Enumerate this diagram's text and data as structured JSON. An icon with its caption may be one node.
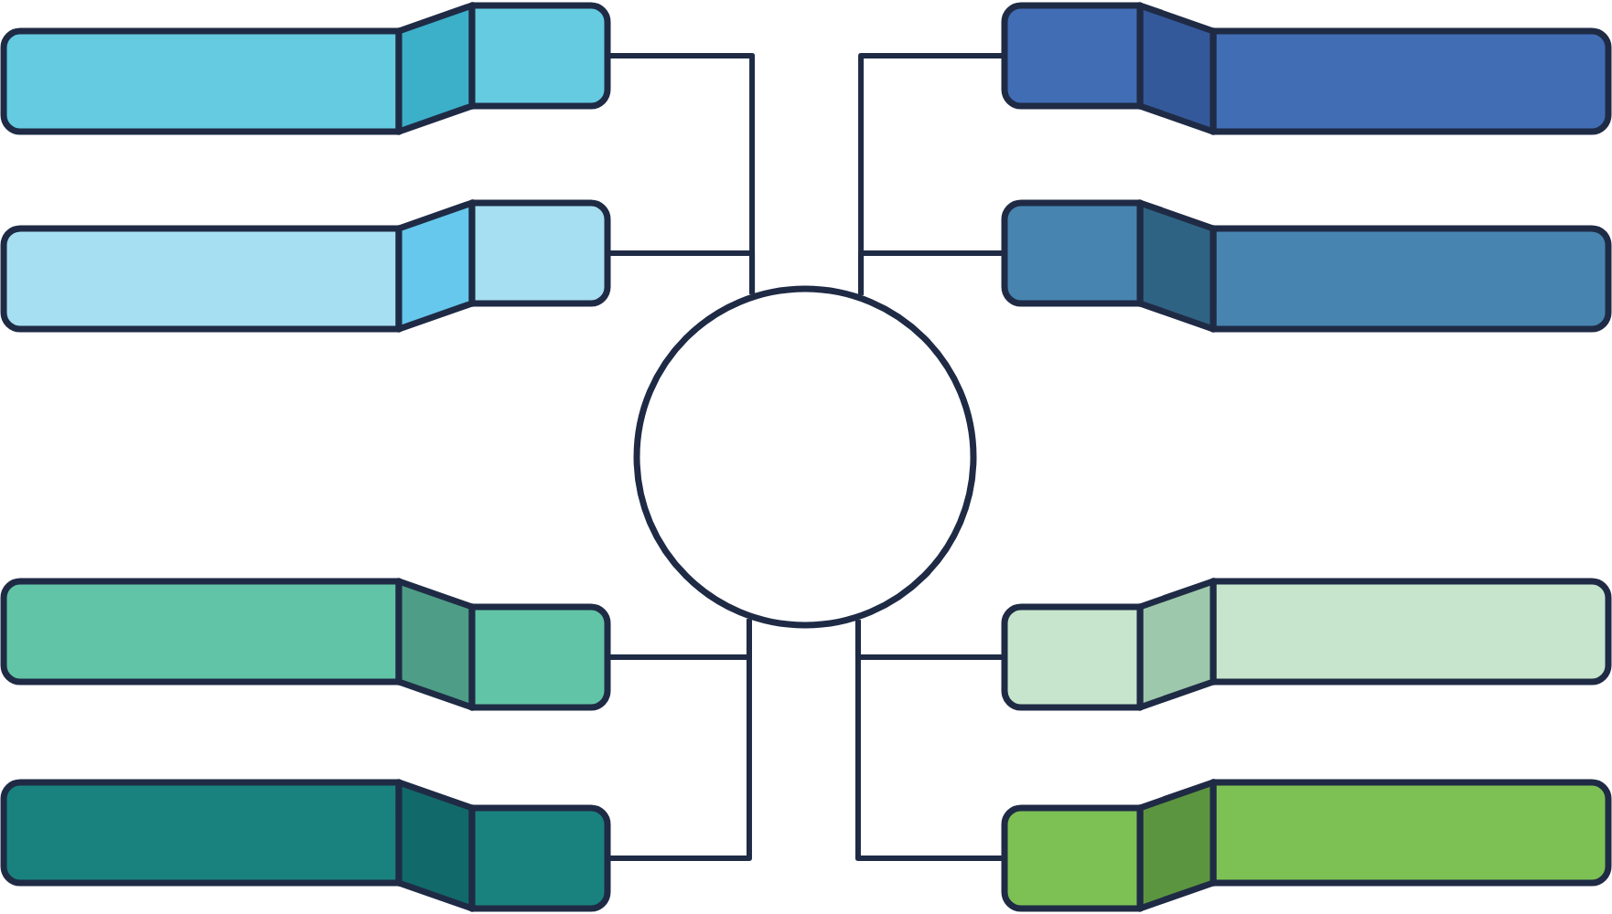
{
  "diagram": {
    "nodes": [
      {
        "text": [],
        "shape": "banner"
      },
      {
        "text": [],
        "shape": "banner"
      },
      {
        "text": [],
        "shape": "banner"
      },
      {
        "text": [],
        "shape": "banner"
      },
      {
        "text": [],
        "shape": "circle"
      },
      {
        "text": [],
        "shape": "banner"
      },
      {
        "text": [],
        "shape": "banner"
      },
      {
        "text": [],
        "shape": "banner"
      },
      {
        "text": [],
        "shape": "banner"
      }
    ],
    "edges": [
      {
        "from": 4,
        "to": 0,
        "arrow": "none"
      },
      {
        "from": 4,
        "to": 1,
        "arrow": "none"
      },
      {
        "from": 4,
        "to": 2,
        "arrow": "none"
      },
      {
        "from": 4,
        "to": 3,
        "arrow": "none"
      },
      {
        "from": 4,
        "to": 5,
        "arrow": "none"
      },
      {
        "from": 4,
        "to": 6,
        "arrow": "none"
      },
      {
        "from": 4,
        "to": 7,
        "arrow": "none"
      },
      {
        "from": 4,
        "to": 8,
        "arrow": "none"
      }
    ]
  }
}
